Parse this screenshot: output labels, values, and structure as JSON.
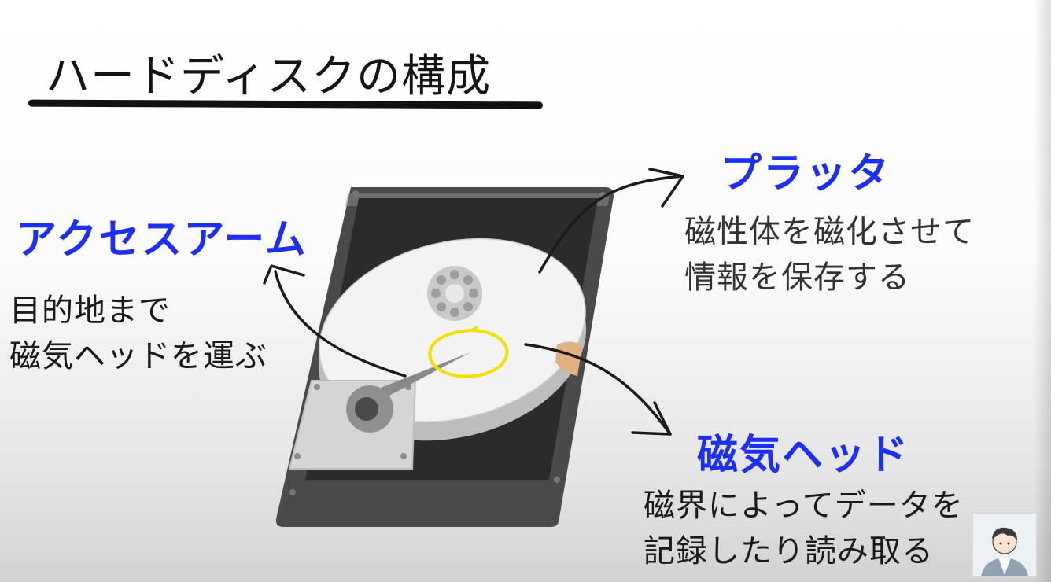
{
  "title": "ハードディスクの構成",
  "arm": {
    "label": "アクセスアーム",
    "desc_lines": [
      "目的地まで",
      "磁気ヘッドを運ぶ"
    ]
  },
  "platter": {
    "label": "プラッタ",
    "desc_lines": [
      "磁性体を磁化させて",
      "情報を保存する"
    ]
  },
  "head": {
    "label": "磁気ヘッド",
    "desc_lines": [
      "磁界によってデータを",
      "記録したり読み取る"
    ]
  },
  "colors": {
    "label_blue": "#1c2ff2",
    "highlight_yellow": "#f2e000",
    "case_dark": "#2e2e2e",
    "platter_white": "#f3f3f3"
  },
  "icons": [
    "hard-disk-illustration",
    "presenter-avatar"
  ]
}
